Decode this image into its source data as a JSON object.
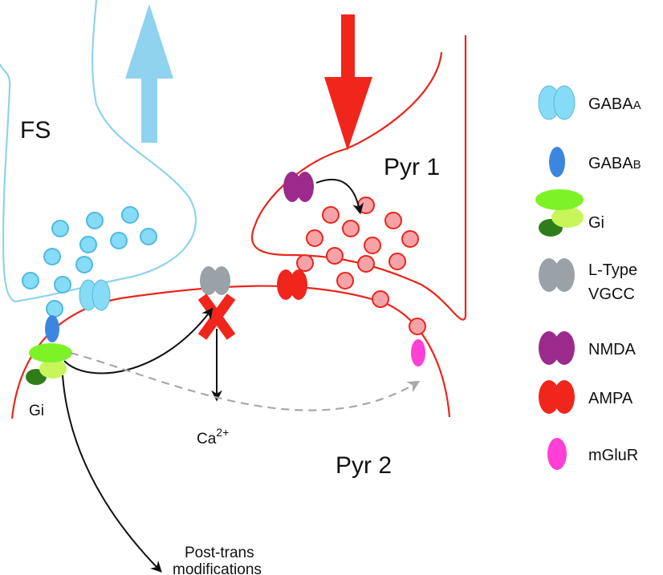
{
  "labels": {
    "fs": "FS",
    "pyr1": "Pyr 1",
    "pyr2": "Pyr 2",
    "gi": "Gi",
    "ca": "Ca",
    "ca_sup": "2+",
    "post_trans_line1": "Post-trans",
    "post_trans_line2": "modifications"
  },
  "legend": {
    "gabaa_main": "GABA",
    "gabaa_sub": "A",
    "gabab_main": "GABA",
    "gabab_sub": "B",
    "gi": "Gi",
    "ltype_line1": "L-Type",
    "ltype_line2": "VGCC",
    "nmda": "NMDA",
    "ampa": "AMPA",
    "mglur": "mGluR"
  },
  "colors": {
    "fs_outline": "#8fd3ee",
    "gaba_a": "#86dcf6",
    "gaba_b": "#3d86e0",
    "gi_light": "#7cf227",
    "gi_mid": "#c8f55a",
    "gi_dark": "#2e7d1a",
    "ltype": "#9aa2a8",
    "nmda": "#9c2a8c",
    "ampa": "#f0261c",
    "mglur": "#ff3fd6",
    "pyr_outline": "#e8261c",
    "glut_vesicle": "#f6a3a8",
    "up_arrow": "#8fd3ee",
    "down_arrow": "#f0261c",
    "block_x": "#f0261c",
    "dashed_arrow": "#a8a8a8"
  }
}
